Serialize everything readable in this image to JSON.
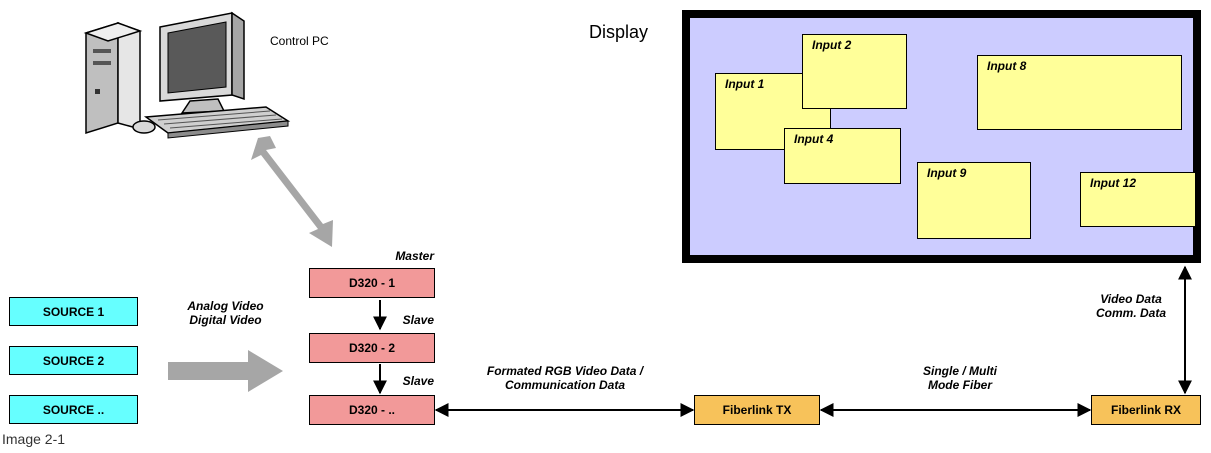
{
  "control_pc": {
    "label": "Control PC"
  },
  "display": {
    "title": "Display",
    "inputs": [
      {
        "id": "input-1",
        "label": "Input 1"
      },
      {
        "id": "input-2",
        "label": "Input 2"
      },
      {
        "id": "input-4",
        "label": "Input 4"
      },
      {
        "id": "input-8",
        "label": "Input 8"
      },
      {
        "id": "input-9",
        "label": "Input 9"
      },
      {
        "id": "input-12",
        "label": "Input 12"
      }
    ]
  },
  "sources": [
    "SOURCE 1",
    "SOURCE 2",
    "SOURCE .."
  ],
  "video_input_label": {
    "line1": "Analog Video",
    "line2": "Digital Video"
  },
  "processors": {
    "master_label": "Master",
    "slave_label": "Slave",
    "units": [
      "D320 - 1",
      "D320 - 2",
      "D320 - .."
    ]
  },
  "link_labels": {
    "rgb_line1": "Formated RGB Video Data /",
    "rgb_line2": "Communication Data",
    "fiber_line1": "Single / Multi",
    "fiber_line2": "Mode Fiber",
    "video_line1": "Video Data",
    "video_line2": "Comm. Data"
  },
  "fiberlink": {
    "tx": "Fiberlink TX",
    "rx": "Fiberlink RX"
  },
  "caption": "Image 2-1",
  "colors": {
    "source_fill": "#66ffff",
    "processor_fill": "#f29999",
    "fiberlink_fill": "#f7c25a",
    "display_fill": "#ccccff",
    "window_fill": "#ffff99",
    "arrow_gray": "#a6a6a6"
  }
}
